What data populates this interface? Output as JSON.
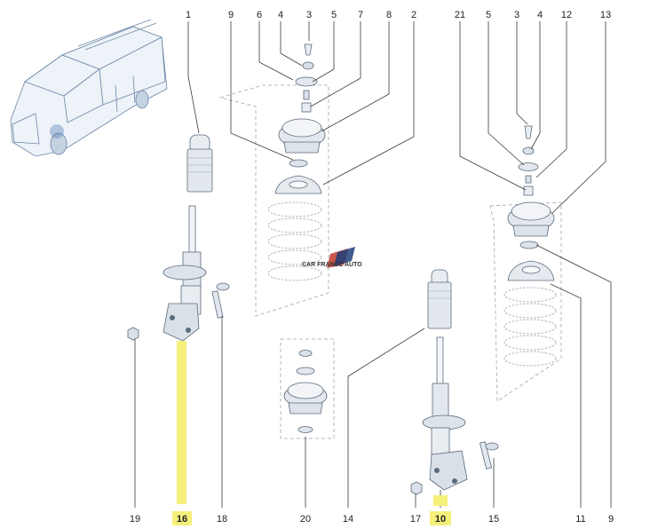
{
  "callouts": [
    {
      "id": "c1",
      "label": "1"
    },
    {
      "id": "c9a",
      "label": "9"
    },
    {
      "id": "c6",
      "label": "6"
    },
    {
      "id": "c4a",
      "label": "4"
    },
    {
      "id": "c3a",
      "label": "3"
    },
    {
      "id": "c5a",
      "label": "5"
    },
    {
      "id": "c7",
      "label": "7"
    },
    {
      "id": "c8",
      "label": "8"
    },
    {
      "id": "c2",
      "label": "2"
    },
    {
      "id": "c21",
      "label": "21"
    },
    {
      "id": "c5b",
      "label": "5"
    },
    {
      "id": "c3b",
      "label": "3"
    },
    {
      "id": "c4b",
      "label": "4"
    },
    {
      "id": "c12",
      "label": "12"
    },
    {
      "id": "c13",
      "label": "13"
    },
    {
      "id": "c19",
      "label": "19"
    },
    {
      "id": "c16",
      "label": "16",
      "highlighted": true
    },
    {
      "id": "c18",
      "label": "18"
    },
    {
      "id": "c20",
      "label": "20"
    },
    {
      "id": "c14",
      "label": "14"
    },
    {
      "id": "c17",
      "label": "17"
    },
    {
      "id": "c10",
      "label": "10",
      "highlighted": true
    },
    {
      "id": "c15",
      "label": "15"
    },
    {
      "id": "c11",
      "label": "11"
    },
    {
      "id": "c9b",
      "label": "9"
    }
  ],
  "watermark": {
    "text": "CAR FRANCE AUTO"
  },
  "colors": {
    "highlight": "#f5f07a",
    "line": "#3a3a3a",
    "part_fill": "#e9edf2",
    "part_stroke": "#5b6b7c",
    "dashed": "#9aa6b4"
  }
}
